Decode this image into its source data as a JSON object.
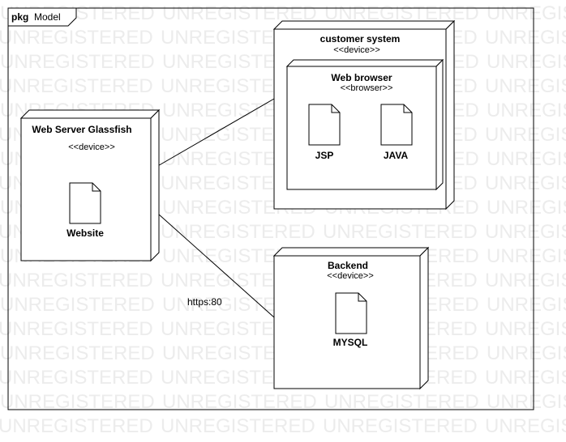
{
  "frame": {
    "keyword": "pkg",
    "name": "Model"
  },
  "watermark": {
    "text": "UNREGISTERED"
  },
  "nodes": {
    "web_server": {
      "name": "Web Server Glassfish",
      "stereotype": "<<device>>",
      "artifact": "Website"
    },
    "customer_system": {
      "name": "customer system",
      "stereotype": "<<device>>"
    },
    "web_browser": {
      "name": "Web browser",
      "stereotype": "<<browser>>",
      "artifacts": [
        "JSP",
        "JAVA"
      ]
    },
    "backend": {
      "name": "Backend",
      "stereotype": "<<device>>",
      "artifact": "MYSQL"
    }
  },
  "connections": [
    {
      "from": "web_server",
      "to": "customer_system",
      "label": ""
    },
    {
      "from": "web_server",
      "to": "backend",
      "label": "https:80"
    }
  ]
}
